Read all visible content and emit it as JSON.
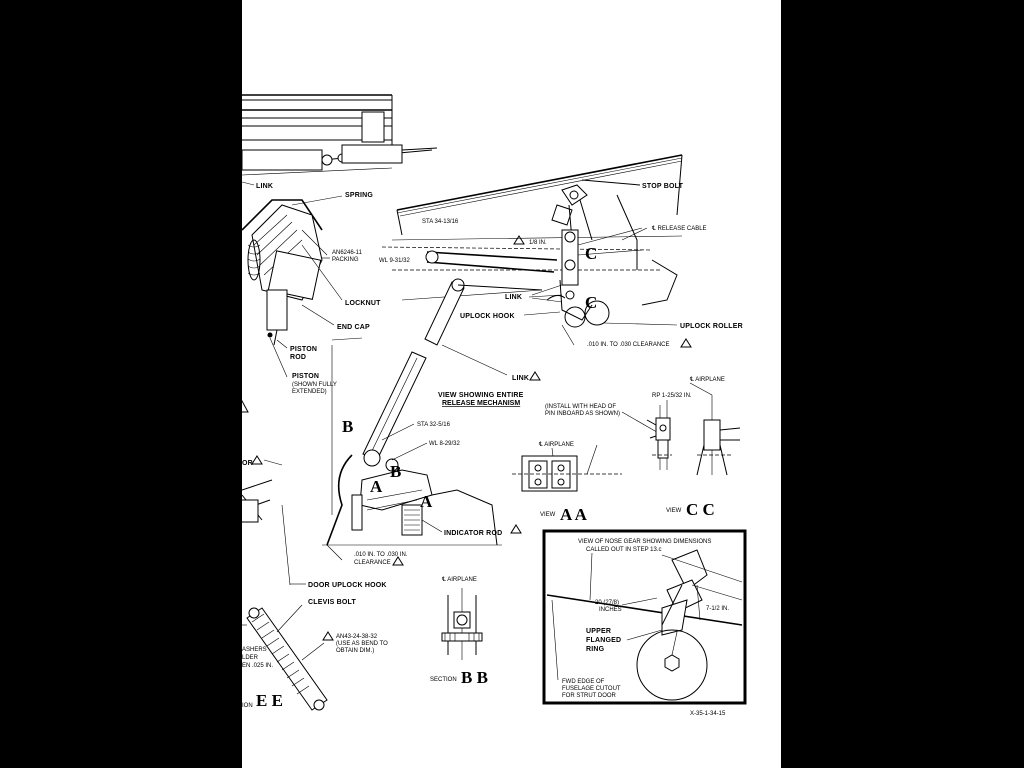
{
  "labels": {
    "link_top": "LINK",
    "spring": "SPRING",
    "an_packing_1": "AN6246-11",
    "an_packing_2": "PACKING",
    "locknut": "LOCKNUT",
    "end_cap": "END CAP",
    "piston_rod_1": "PISTON",
    "piston_rod_2": "ROD",
    "piston": "PISTON",
    "piston_note_1": "(SHOWN FULLY",
    "piston_note_2": "EXTENDED)",
    "stop_bolt": "STOP BOLT",
    "release_cable": "℄ RELEASE CABLE",
    "sta_top": "STA 34-13/16",
    "sta_clearance": "1/8 IN.",
    "wl_top": "WL 9-31/32",
    "link_mid": "LINK",
    "uplock_hook": "UPLOCK HOOK",
    "uplock_roller": "UPLOCK ROLLER",
    "uplock_clearance": ".010 IN. TO .030 CLEARANCE",
    "link_lower": "LINK",
    "view_title_1": "VIEW SHOWING ENTIRE",
    "view_title_2": "RELEASE MECHANISM",
    "install_note_1": "(INSTALL WITH HEAD OF",
    "install_note_2": "PIN INBOARD AS SHOWN)",
    "airplane_cc": "℄ AIRPLANE",
    "cc_dim": "RP 1-25/32 IN.",
    "sta_lower": "STA 32-5/16",
    "wl_lower": "WL 8-29/32",
    "airplane_aa": "℄ AIRPLANE",
    "indicator_rod": "INDICATOR ROD",
    "door_clearance_1": ".010 IN. TO .030 IN.",
    "door_clearance_2": "CLEARANCE",
    "door_uplock_hook": "DOOR UPLOCK HOOK",
    "clevis_bolt": "CLEVIS BOLT",
    "airplane_bb": "℄ AIRPLANE",
    "an_bend_1": "AN43-24-38-32",
    "an_bend_2": "(USE AS BEND TO",
    "an_bend_3": "OBTAIN DIM.)",
    "washers_1": "ASHERS",
    "washers_2": "LDER",
    "washers_3": "EN .025 IN.",
    "or_partial": "OR",
    "inset_title_1": "VIEW OF NOSE GEAR SHOWING DIMENSIONS",
    "inset_title_2": "CALLED OUT IN STEP 13.c",
    "inset_dim_1": "20 (27/8)",
    "inset_dim_2": "INCHES",
    "inset_tdim": "7-1/2 IN.",
    "upper_ring_1": "UPPER",
    "upper_ring_2": "FLANGED",
    "upper_ring_3": "RING",
    "fwd_edge_1": "FWD EDGE OF",
    "fwd_edge_2": "FUSELAGE CUTOUT",
    "fwd_edge_3": "FOR STRUT DOOR",
    "drawing_number": "X-35-1-34-15"
  },
  "view_labels": {
    "letter_a": "A",
    "letter_b": "B",
    "letter_c": "C",
    "view_aa_prefix": "VIEW",
    "view_aa": "A A",
    "view_cc_prefix": "VIEW",
    "view_cc": "C C",
    "section_bb_prefix": "SECTION",
    "section_bb": "B B",
    "view_ee_prefix": "ION",
    "view_ee": "E E"
  },
  "colors": {
    "background": "#000000",
    "sheet": "#ffffff",
    "ink": "#000000"
  },
  "icons": {
    "note_marker": "triangle-note-icon"
  }
}
